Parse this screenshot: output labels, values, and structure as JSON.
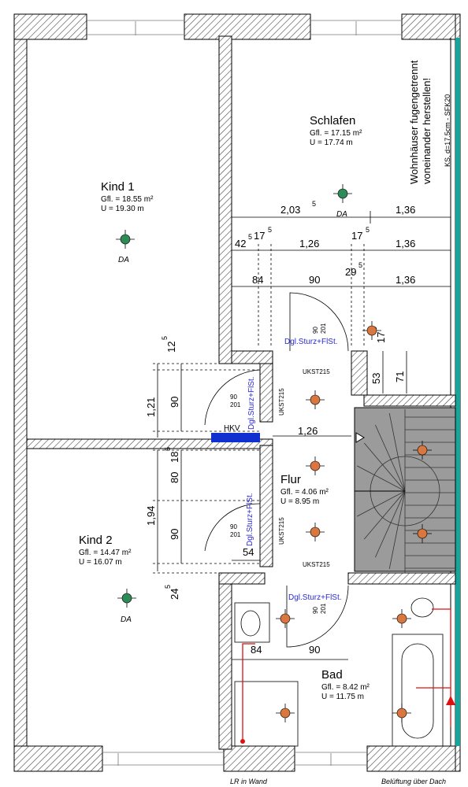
{
  "rooms": {
    "kind1": {
      "name": "Kind 1",
      "area": "Gfl. = 18.55 m²",
      "perimeter": "U = 19.30 m",
      "tag": "DA"
    },
    "schlafen": {
      "name": "Schlafen",
      "area": "Gfl. = 17.15 m²",
      "perimeter": "U = 17.74 m",
      "tag": "DA"
    },
    "kind2": {
      "name": "Kind 2",
      "area": "Gfl. = 14.47 m²",
      "perimeter": "U = 16.07 m",
      "tag": "DA"
    },
    "flur": {
      "name": "Flur",
      "area": "Gfl. = 4.06 m²",
      "perimeter": "U = 8.95 m"
    },
    "bad": {
      "name": "Bad",
      "area": "Gfl. = 8.42 m²",
      "perimeter": "U = 11.75 m"
    }
  },
  "notes": {
    "separation_line1": "Wohnhäuser fugengetrennt",
    "separation_line2": "voneinander herstellen!",
    "wall_spec": "KS, d=17.5cm - SFK20",
    "lintel": "Dgl.Sturz+FlSt.",
    "ukst": "UKST215",
    "door_top": "90",
    "door_bottom": "201",
    "hkv": "HKV",
    "lr_in_wand": "LR in Wand",
    "beluftung": "Belüftung über Dach"
  },
  "dims": {
    "d_203": "2,03",
    "sup5": "5",
    "d_136": "1,36",
    "d_42": "42",
    "d_17": "17",
    "d_126": "1,26",
    "d_84": "84",
    "d_90": "90",
    "d_29": "29",
    "d_12": "12",
    "d_121": "1,21",
    "d_80": "80",
    "d_18": "18",
    "d_194": "1,94",
    "d_54": "54",
    "d_24": "24",
    "d_53": "53",
    "d_71": "71"
  },
  "colors": {
    "wall": "#000000",
    "hatch": "#555555",
    "teal": "#1aa39a",
    "stair": "#9b9b9b",
    "heater": "#1030d0",
    "lamp": "#d9773f",
    "green": "#2e8b57",
    "blue_text": "#2b2bd6",
    "red": "#dd1111"
  }
}
